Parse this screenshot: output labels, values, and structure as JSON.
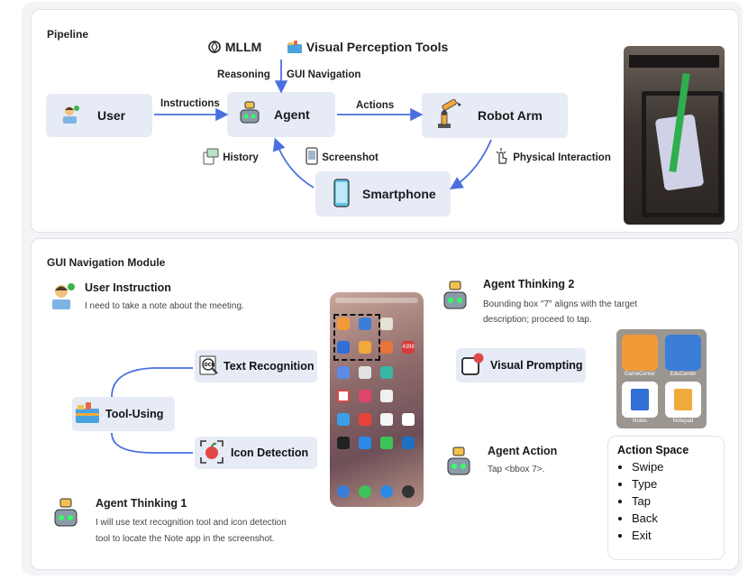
{
  "pipeline": {
    "title": "Pipeline",
    "mllm": "MLLM",
    "tools": "Visual Perception Tools",
    "reasoning": "Reasoning",
    "gui_navigation": "GUI Navigation",
    "user": "User",
    "instructions": "Instructions",
    "agent": "Agent",
    "actions": "Actions",
    "robot_arm": "Robot Arm",
    "history": "History",
    "screenshot": "Screenshot",
    "physical_interaction": "Physical Interaction",
    "smartphone": "Smartphone"
  },
  "module": {
    "title": "GUI Navigation Module",
    "user_instruction_title": "User Instruction",
    "user_instruction_text": "I need to take a note about the meeting.",
    "text_recognition": "Text Recognition",
    "tool_using": "Tool-Using",
    "icon_detection": "Icon Detection",
    "thinking1_title": "Agent Thinking 1",
    "thinking1_line1": "I will use text recognition tool and icon detection",
    "thinking1_line2": "tool to locate the Note app in the screenshot.",
    "thinking2_title": "Agent Thinking 2",
    "thinking2_line1": "Bounding box \"7\" aligns with the target",
    "thinking2_line2": "description; proceed to tap.",
    "visual_prompting": "Visual Prompting",
    "action_title": "Agent Action",
    "action_text": "Tap <bbox 7>.",
    "tiles": [
      "GameCenter",
      "EduCenter",
      "Notes",
      "Notepad"
    ],
    "action_space_title": "Action Space",
    "action_space": [
      "Swipe",
      "Type",
      "Tap",
      "Back",
      "Exit"
    ],
    "phone_label": "4399"
  },
  "colors": {
    "node_bg": "#e6ebf6",
    "arrow": "#4a6fe0",
    "accent_red": "#e04848"
  }
}
